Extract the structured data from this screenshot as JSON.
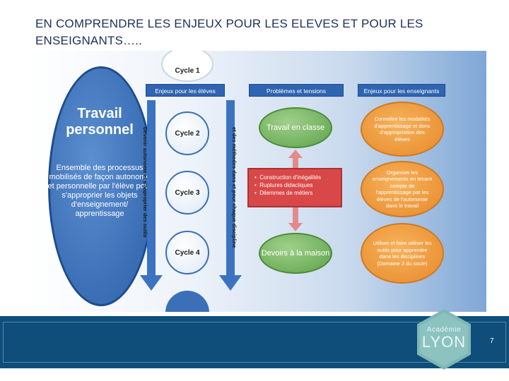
{
  "title": "EN COMPRENDRE LES ENJEUX POUR LES ELEVES ET POUR LES ENSEIGNANTS…..",
  "diagram": {
    "travail_personnel": {
      "title": "Travail personnel",
      "description": "Ensemble des processus mobilisés de façon autonome et personnelle par l'élève pour s'approprier les objets d'enseignement/ apprentissage"
    },
    "headers": {
      "eleves": "Enjeux pour les élèves",
      "problemes": "Problèmes et tensions",
      "enseignants": "Enjeux pour les enseignants"
    },
    "cycles": [
      "Cycle 1",
      "Cycle 2",
      "Cycle 3",
      "Cycle 4"
    ],
    "left_arrow_text": "Devenir autonome et s'approprier des outils",
    "right_arrow_text": "et des méthodes dans et pour chaque discipline",
    "travail_en_classe": "Travail en classe",
    "devoirs": "Devoirs à la maison",
    "tensions": [
      "Construction d'inégalités",
      "Ruptures didactiques",
      "Dilemmes de métiers"
    ],
    "enjeux_enseignants": [
      "Connaître les modalités d'apprentissage et donc d'appropriation des élèves",
      "Organiser les enseignements en tenant compte de l'apprentissage par les élèves de l'autonomie dans le travail",
      "Utiliser et faire utiliser les outils pour apprendre dans les disciplines (Domaine 2 du socle)"
    ],
    "colors": {
      "blue": "#2f64b0",
      "green": "#5ea34a",
      "red": "#d94848",
      "orange": "#e8892a"
    }
  },
  "footer": {
    "logo_top": "Académie",
    "logo_main": "LYON",
    "page_number": "7"
  }
}
